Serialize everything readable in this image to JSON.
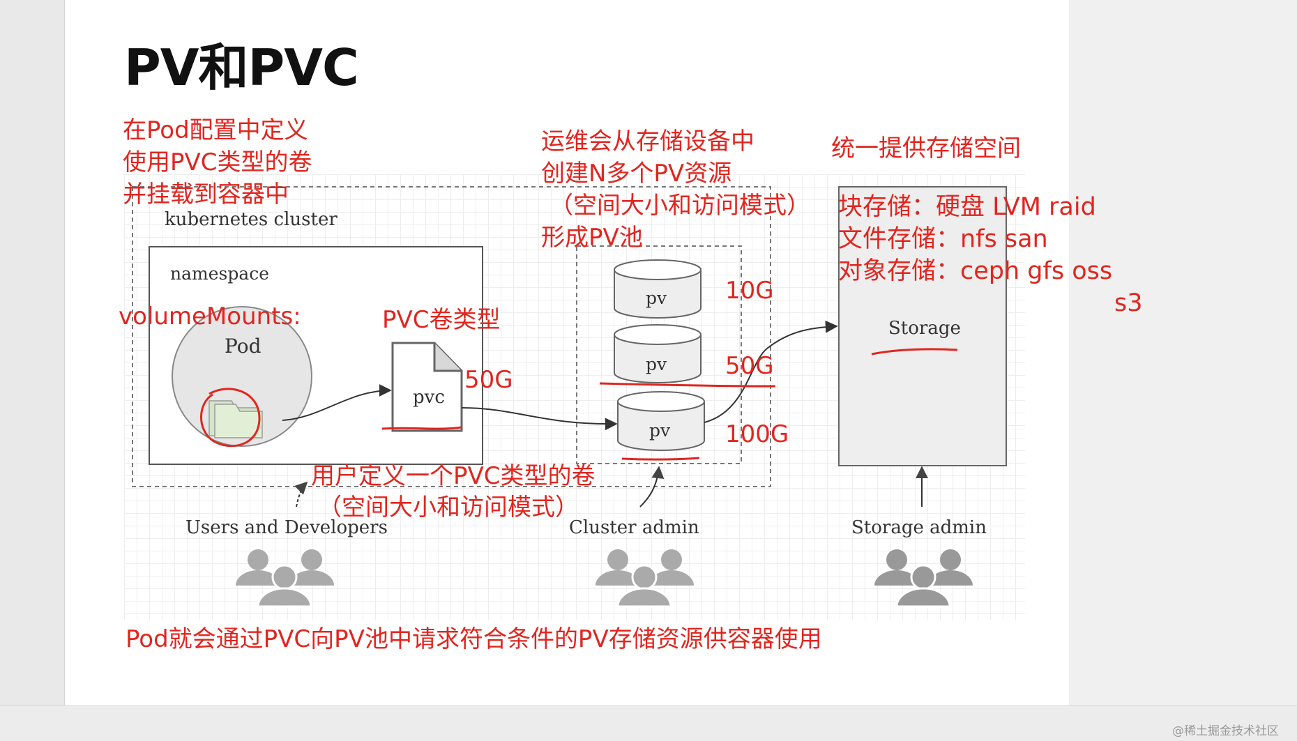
{
  "slide": {
    "title": "PV和PVC",
    "watermark": "@稀土掘金技术社区"
  },
  "diagram": {
    "cluster_label": "kubernetes cluster",
    "namespace_label": "namespace",
    "pod_label": "Pod",
    "pvc_label": "pvc",
    "pv_labels": [
      "pv",
      "pv",
      "pv"
    ],
    "storage_label": "Storage",
    "roles": [
      "Users and Developers",
      "Cluster admin",
      "Storage admin"
    ]
  },
  "annotations": {
    "pod_config": [
      "在Pod配置中定义",
      "使用PVC类型的卷",
      "并挂载到容器中"
    ],
    "volume_mounts": "volumeMounts:",
    "pvc_type": "PVC卷类型",
    "pvc_size": "50G",
    "ops": [
      "运维会从存储设备中",
      "创建N多个PV资源",
      "（空间大小和访问模式）",
      "形成PV池"
    ],
    "pv_sizes": [
      "10G",
      "50G",
      "100G"
    ],
    "storage_header": "统一提供存储空间",
    "storage_types": [
      "块存储：硬盘 LVM  raid",
      "文件存储：nfs  san",
      "对象存储：ceph gfs oss"
    ],
    "s3": "s3",
    "user_define": [
      "用户定义一个PVC类型的卷",
      "（空间大小和访问模式）"
    ],
    "bottom": "Pod就会通过PVC向PV池中请求符合条件的PV存储资源供容器使用"
  },
  "colors": {
    "annotation": "#e0261f",
    "diagram_ink": "#333333",
    "storage_fill": "#eeeeee",
    "people_icon": "#a8a8a8"
  }
}
